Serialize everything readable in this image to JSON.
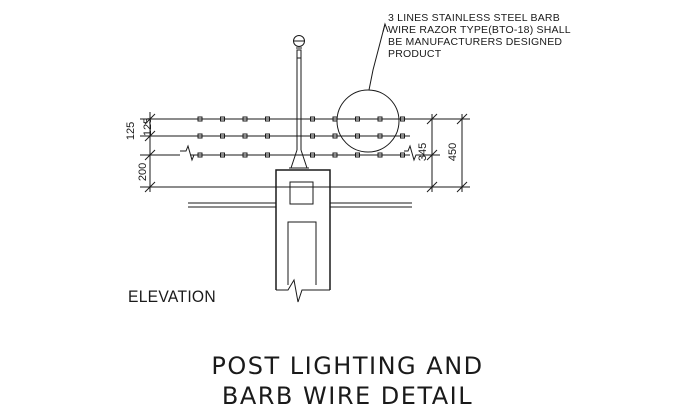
{
  "drawing": {
    "note_lines": [
      "3 LINES STAINLESS STEEL BARB",
      "WIRE RAZOR TYPE(BTO-18) SHALL",
      "BE MANUFACTURERS DESIGNED",
      "PRODUCT"
    ],
    "view_label": "ELEVATION",
    "title_line1": "POST LIGHTING AND",
    "title_line2": "BARB WIRE DETAIL",
    "dimensions": {
      "left_upper": "125",
      "left_middle": "125",
      "left_lower": "200",
      "right_inner": "345",
      "right_outer": "450"
    }
  }
}
